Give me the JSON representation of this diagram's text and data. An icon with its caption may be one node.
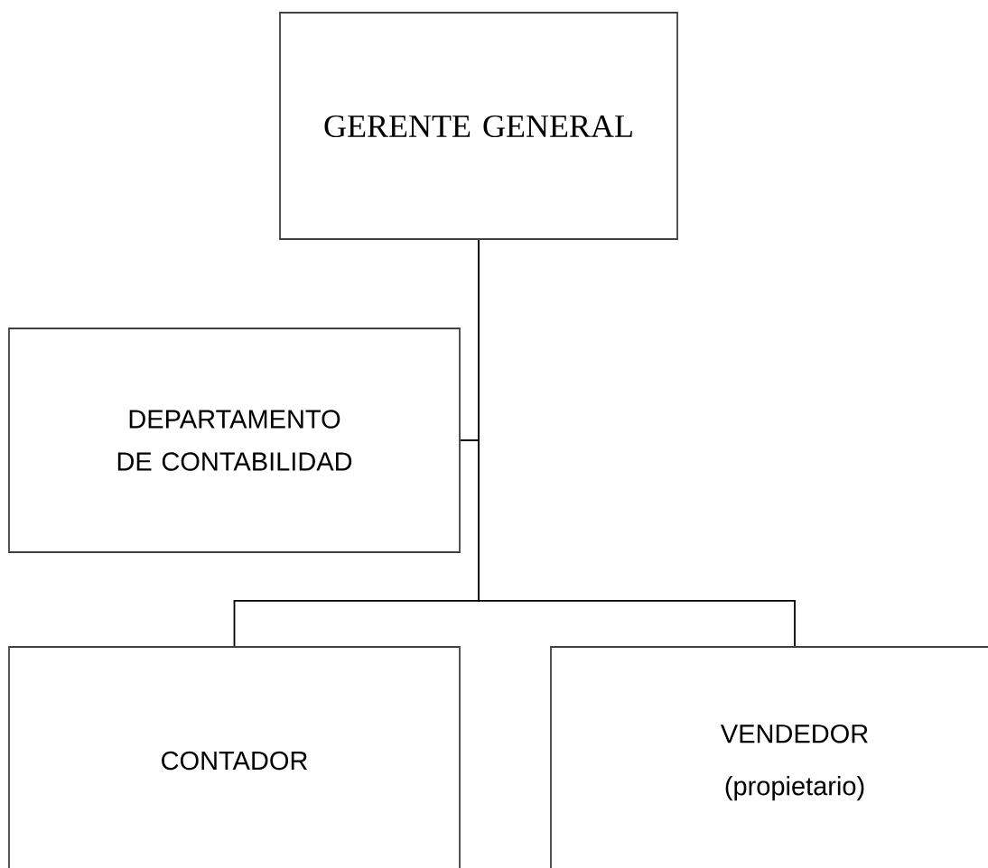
{
  "diagram": {
    "nodes": [
      {
        "text": [
          "GERENTE GENERAL"
        ]
      },
      {
        "text": [
          "DEPARTAMENTO DE CONTABILIDAD"
        ]
      },
      {
        "text": [
          "CONTADOR"
        ]
      },
      {
        "text": [
          "VENDEDOR (propietario)"
        ]
      }
    ],
    "edges": [
      {
        "from": 0,
        "to": 1,
        "arrow": "none"
      },
      {
        "from": 0,
        "to": 2,
        "arrow": "none"
      },
      {
        "from": 0,
        "to": 3,
        "arrow": "none"
      }
    ]
  }
}
